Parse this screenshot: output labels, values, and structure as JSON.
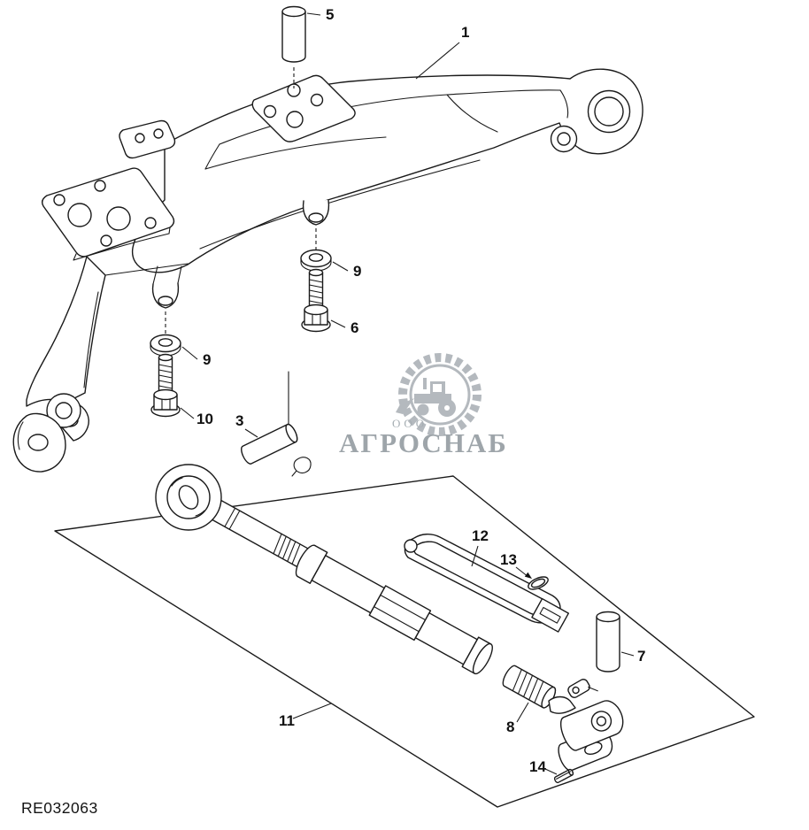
{
  "page": {
    "background": "#ffffff",
    "ink": "#1a1a1a",
    "watermark_color": "#8e969c"
  },
  "diagram": {
    "drawing_number": "RE032063",
    "watermark": {
      "prefix": "ООО",
      "name": "АГРОСНАБ"
    },
    "callouts": {
      "c1": "1",
      "c3": "3",
      "c5": "5",
      "c6": "6",
      "c7": "7",
      "c8": "8",
      "c9a": "9",
      "c9b": "9",
      "c10": "10",
      "c11": "11",
      "c12": "12",
      "c13": "13",
      "c14": "14"
    }
  }
}
